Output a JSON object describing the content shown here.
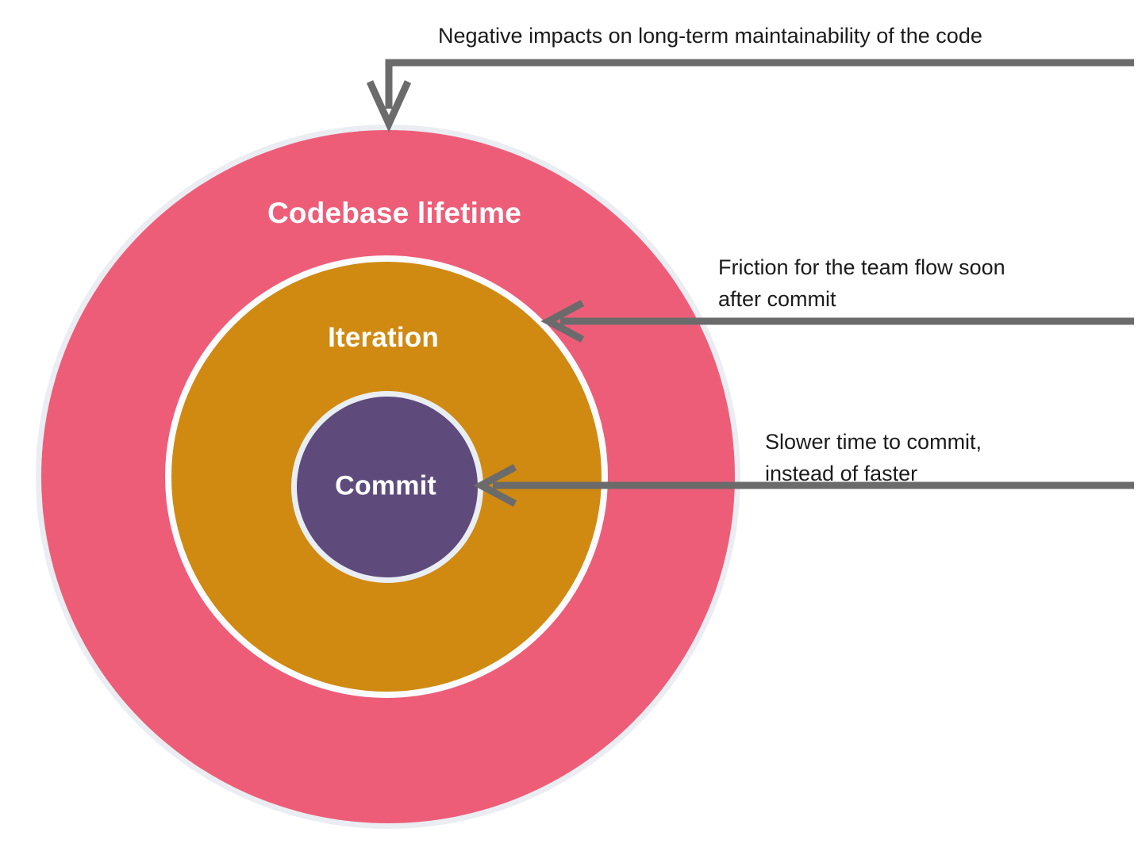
{
  "colors": {
    "outer_ring": "#EE5D78",
    "middle_ring": "#D08A12",
    "inner_circle": "#5E4B7C",
    "outer_halo": "#EAEDF2",
    "middle_gap_ring": "#FAFBFD",
    "inner_gap_ring": "#E9EEF3",
    "arrow": "#6B6B6B",
    "annotation_text": "#1B1B1B",
    "ring_label_text": "#FFFFFF",
    "background": "#FFFFFF"
  },
  "rings": [
    {
      "label": "Codebase lifetime"
    },
    {
      "label": "Iteration"
    },
    {
      "label": "Commit"
    }
  ],
  "annotations": [
    {
      "target": "Codebase lifetime",
      "lines": [
        "Negative impacts on long-term maintainability of the code"
      ]
    },
    {
      "target": "Iteration",
      "lines": [
        "Friction for the team flow soon",
        "after commit"
      ]
    },
    {
      "target": "Commit",
      "lines": [
        "Slower time to commit,",
        "instead of faster"
      ]
    }
  ]
}
